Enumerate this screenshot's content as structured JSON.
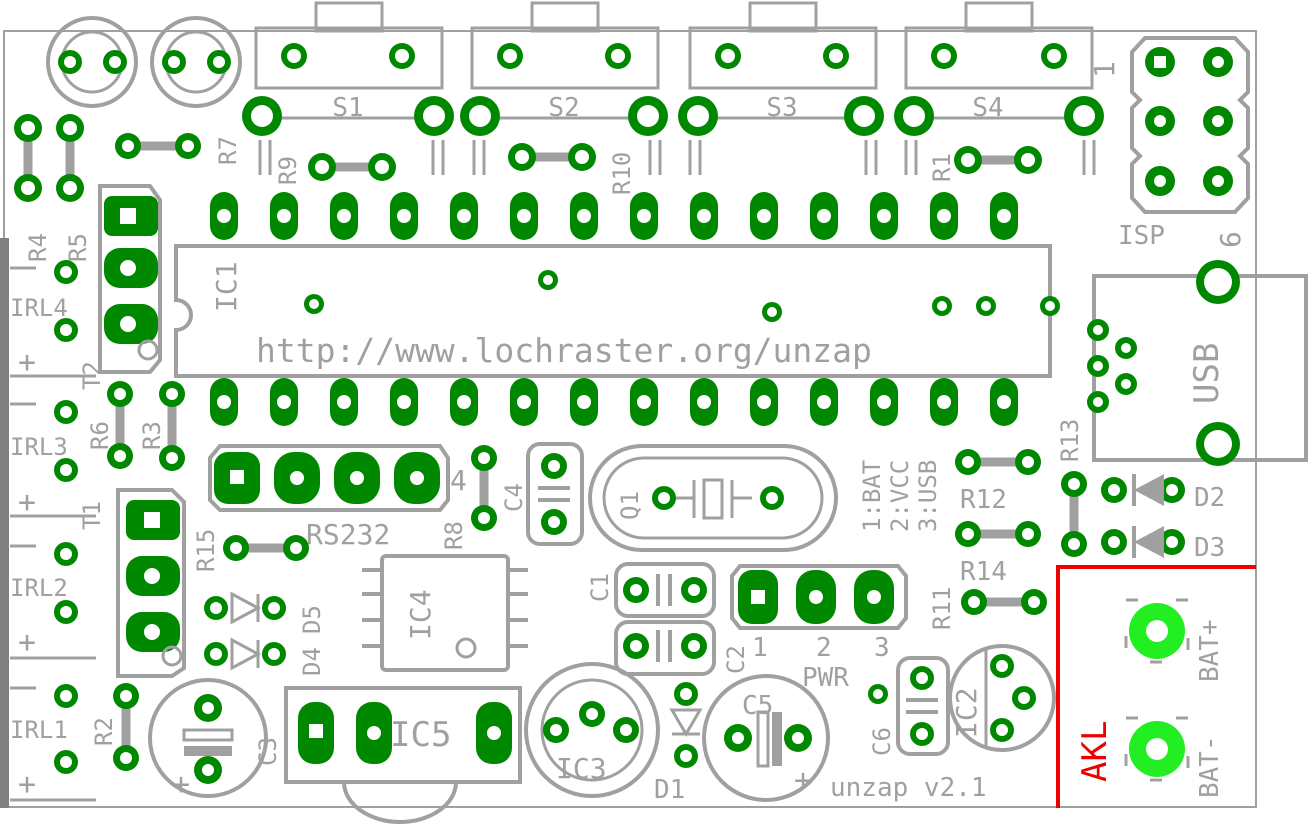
{
  "colors": {
    "silkscreen": "#a0a0a0",
    "pad": "#008800",
    "battery_pad": "#22ee22",
    "highlight": "#ee0000",
    "background": "#ffffff"
  },
  "switches": [
    "S1",
    "S2",
    "S3",
    "S4"
  ],
  "ic_labels": {
    "ic1": "IC1",
    "ic2": "IC2",
    "ic3": "IC3",
    "ic4": "IC4",
    "ic5": "IC5"
  },
  "url": "http://www.lochraster.org/unzap",
  "resistors": {
    "r1": "R1",
    "r2": "R2",
    "r3": "R3",
    "r4": "R4",
    "r5": "R5",
    "r6": "R6",
    "r7": "R7",
    "r8": "R8",
    "r9": "R9",
    "r10": "R10",
    "r11": "R11",
    "r12": "R12",
    "r13": "R13",
    "r14": "R14",
    "r15": "R15"
  },
  "capacitors": {
    "c1": "C1",
    "c2": "C2",
    "c3": "C3",
    "c4": "C4",
    "c5": "C5",
    "c6": "C6"
  },
  "diodes": {
    "d1": "D1",
    "d2": "D2",
    "d3": "D3",
    "d4": "D4",
    "d5": "D5"
  },
  "transistors": {
    "t1": "T1",
    "t2": "T2"
  },
  "ir_leds": {
    "irl1": "IRL1",
    "irl2": "IRL2",
    "irl3": "IRL3",
    "irl4": "IRL4"
  },
  "crystal": "Q1",
  "connectors": {
    "isp": "ISP",
    "isp_pin1": "1",
    "isp_pin6": "6",
    "usb": "USB",
    "rs232": "RS232",
    "rs232_pin4": "4",
    "pwr": "PWR",
    "pwr_pins": [
      "1",
      "2",
      "3"
    ],
    "pwr_legend": [
      "1:BAT",
      "2:VCC",
      "3:USB"
    ],
    "bat_plus": "BAT+",
    "bat_minus": "BAT-",
    "akl": "AKL"
  },
  "polarity": {
    "plus": "+"
  },
  "board_title": "unzap v2.1"
}
